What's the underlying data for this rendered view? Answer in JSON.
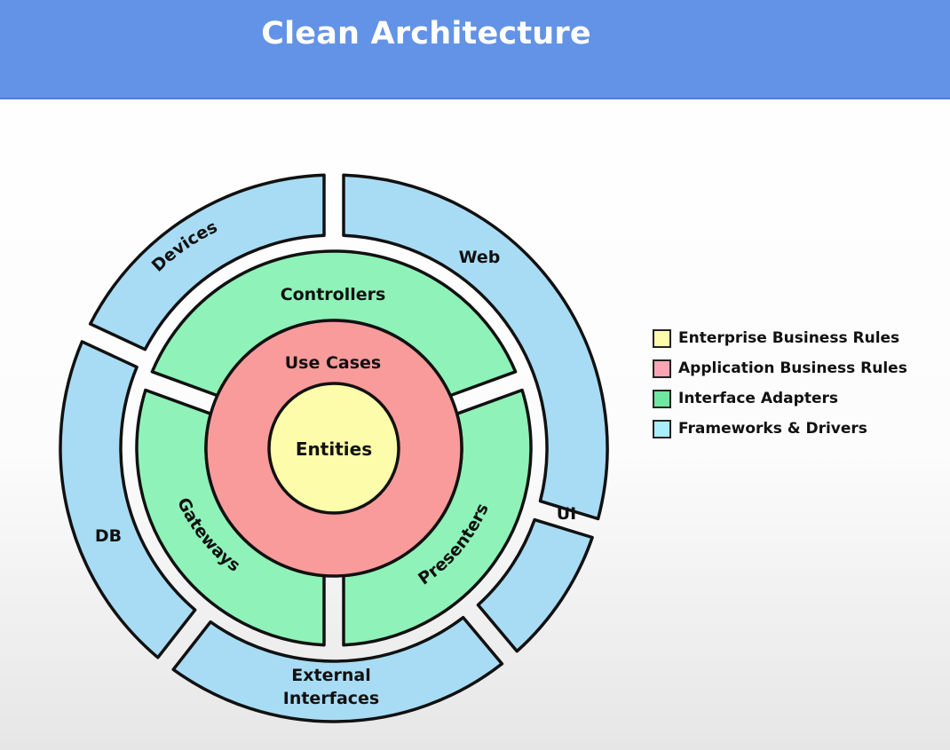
{
  "page": {
    "title": "Clean Architecture"
  },
  "layers": {
    "entities": {
      "label": "Entities",
      "color": "#fdfcaa"
    },
    "use_cases": {
      "label": "Use Cases",
      "color": "#f99b9b"
    },
    "adapters": {
      "color": "#8ff2b8",
      "controllers": "Controllers",
      "gateways": "Gateways",
      "presenters": "Presenters"
    },
    "frameworks": {
      "color": "#a8dcf4",
      "devices": "Devices",
      "web": "Web",
      "ui": "UI",
      "external_line1": "External",
      "external_line2": "Interfaces",
      "db": "DB"
    }
  },
  "legend": [
    {
      "label": "Enterprise Business Rules",
      "color": "#fdfcaa"
    },
    {
      "label": "Application Business Rules",
      "color": "#fba5b4"
    },
    {
      "label": "Interface Adapters",
      "color": "#6ee8a0"
    },
    {
      "label": "Frameworks & Drivers",
      "color": "#a8eefb"
    }
  ]
}
